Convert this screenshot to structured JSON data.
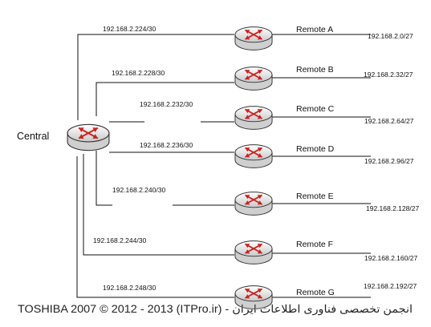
{
  "central": {
    "label": "Central"
  },
  "remotes": [
    {
      "name": "Remote A",
      "wan": "192.168.2.224/30",
      "lan": "192.168.2.0/27"
    },
    {
      "name": "Remote B",
      "wan": "192.168.2.228/30",
      "lan": "192.168.2.32/27"
    },
    {
      "name": "Remote C",
      "wan": "192.168.2.232/30",
      "lan": "192.168.2.64/27"
    },
    {
      "name": "Remote D",
      "wan": "192.168.2.236/30",
      "lan": "192.168.2.96/27"
    },
    {
      "name": "Remote E",
      "wan": "192.168.2.240/30",
      "lan": "192.168.2.128/27"
    },
    {
      "name": "Remote F",
      "wan": "192.168.2.244/30",
      "lan": "192.168.2.160/27"
    },
    {
      "name": "Remote G",
      "wan": "192.168.2.248/30",
      "lan": "192.168.2.192/27"
    }
  ],
  "footer": {
    "text": "TOSHIBA 2007 © 2012 - 2013 (ITPro.ir) - انجمن تخصصی فناوری اطلاعات ایران"
  },
  "colors": {
    "router_body": "#ebebeb",
    "router_arrow": "#cc1f1f",
    "wire": "#111111"
  }
}
